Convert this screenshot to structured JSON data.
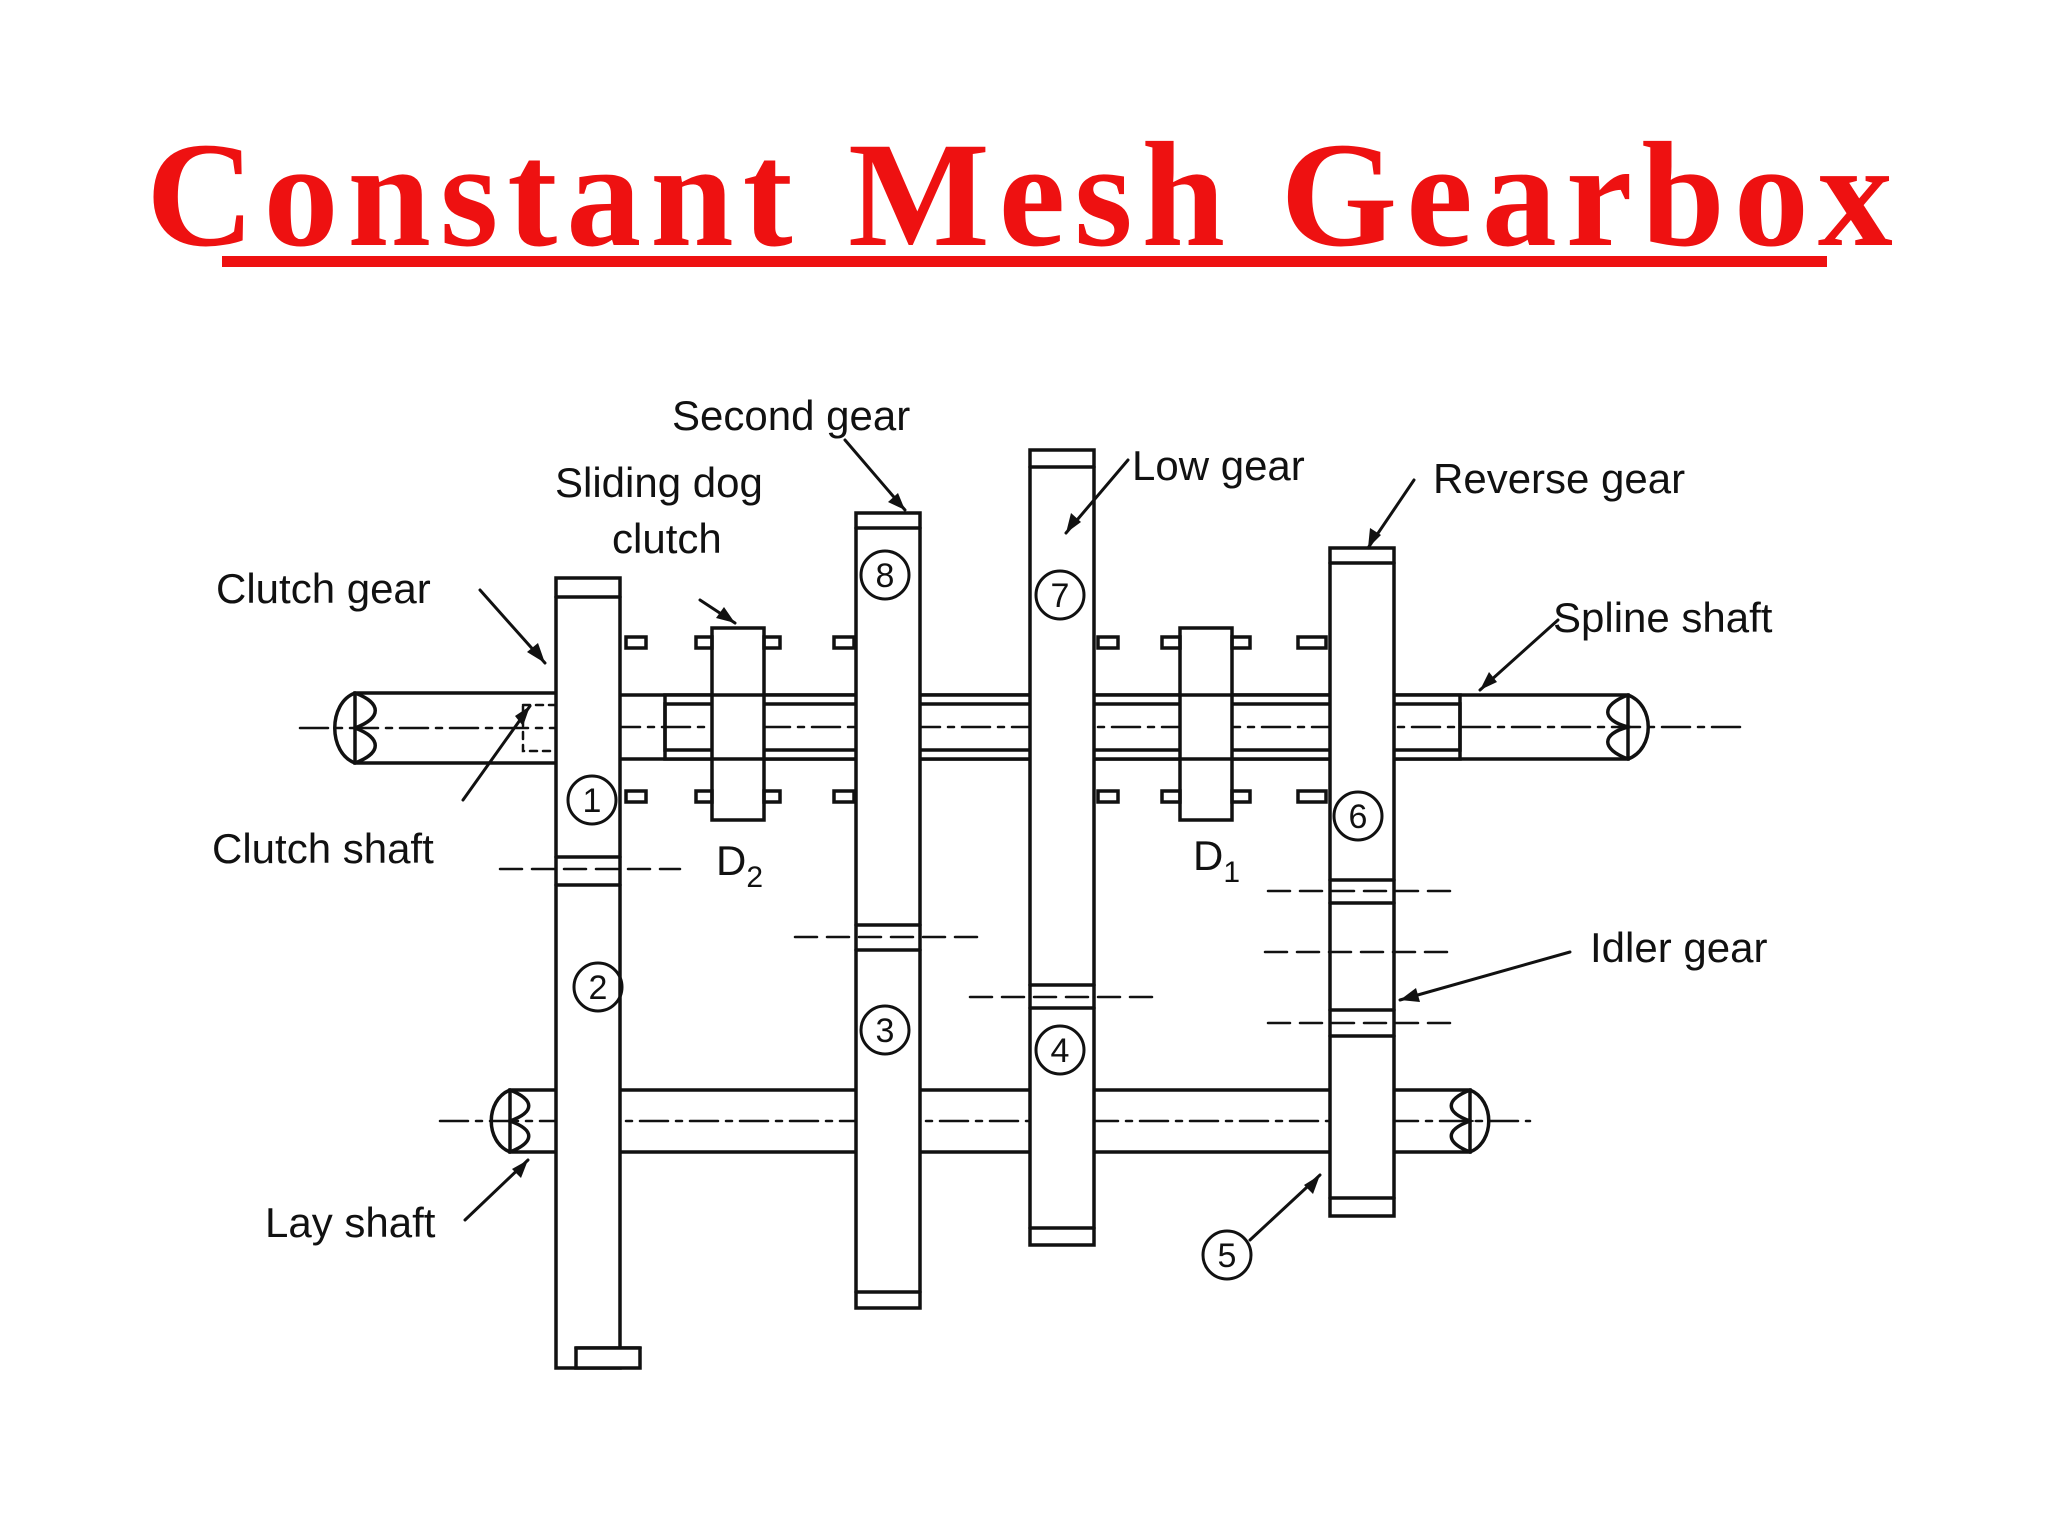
{
  "title": "Constant Mesh Gearbox",
  "colors": {
    "title": "#ee1111",
    "ink": "#111111",
    "background": "#ffffff"
  },
  "labels": {
    "second_gear": "Second gear",
    "sliding_dog_clutch_line1": "Sliding dog",
    "sliding_dog_clutch_line2": "clutch",
    "low_gear": "Low gear",
    "reverse_gear": "Reverse gear",
    "clutch_gear": "Clutch gear",
    "spline_shaft": "Spline shaft",
    "clutch_shaft": "Clutch shaft",
    "idler_gear": "Idler gear",
    "lay_shaft": "Lay shaft",
    "d2_main": "D",
    "d2_sub": "2",
    "d1_main": "D",
    "d1_sub": "1"
  },
  "gear_numbers": [
    "1",
    "2",
    "3",
    "4",
    "5",
    "6",
    "7",
    "8"
  ]
}
